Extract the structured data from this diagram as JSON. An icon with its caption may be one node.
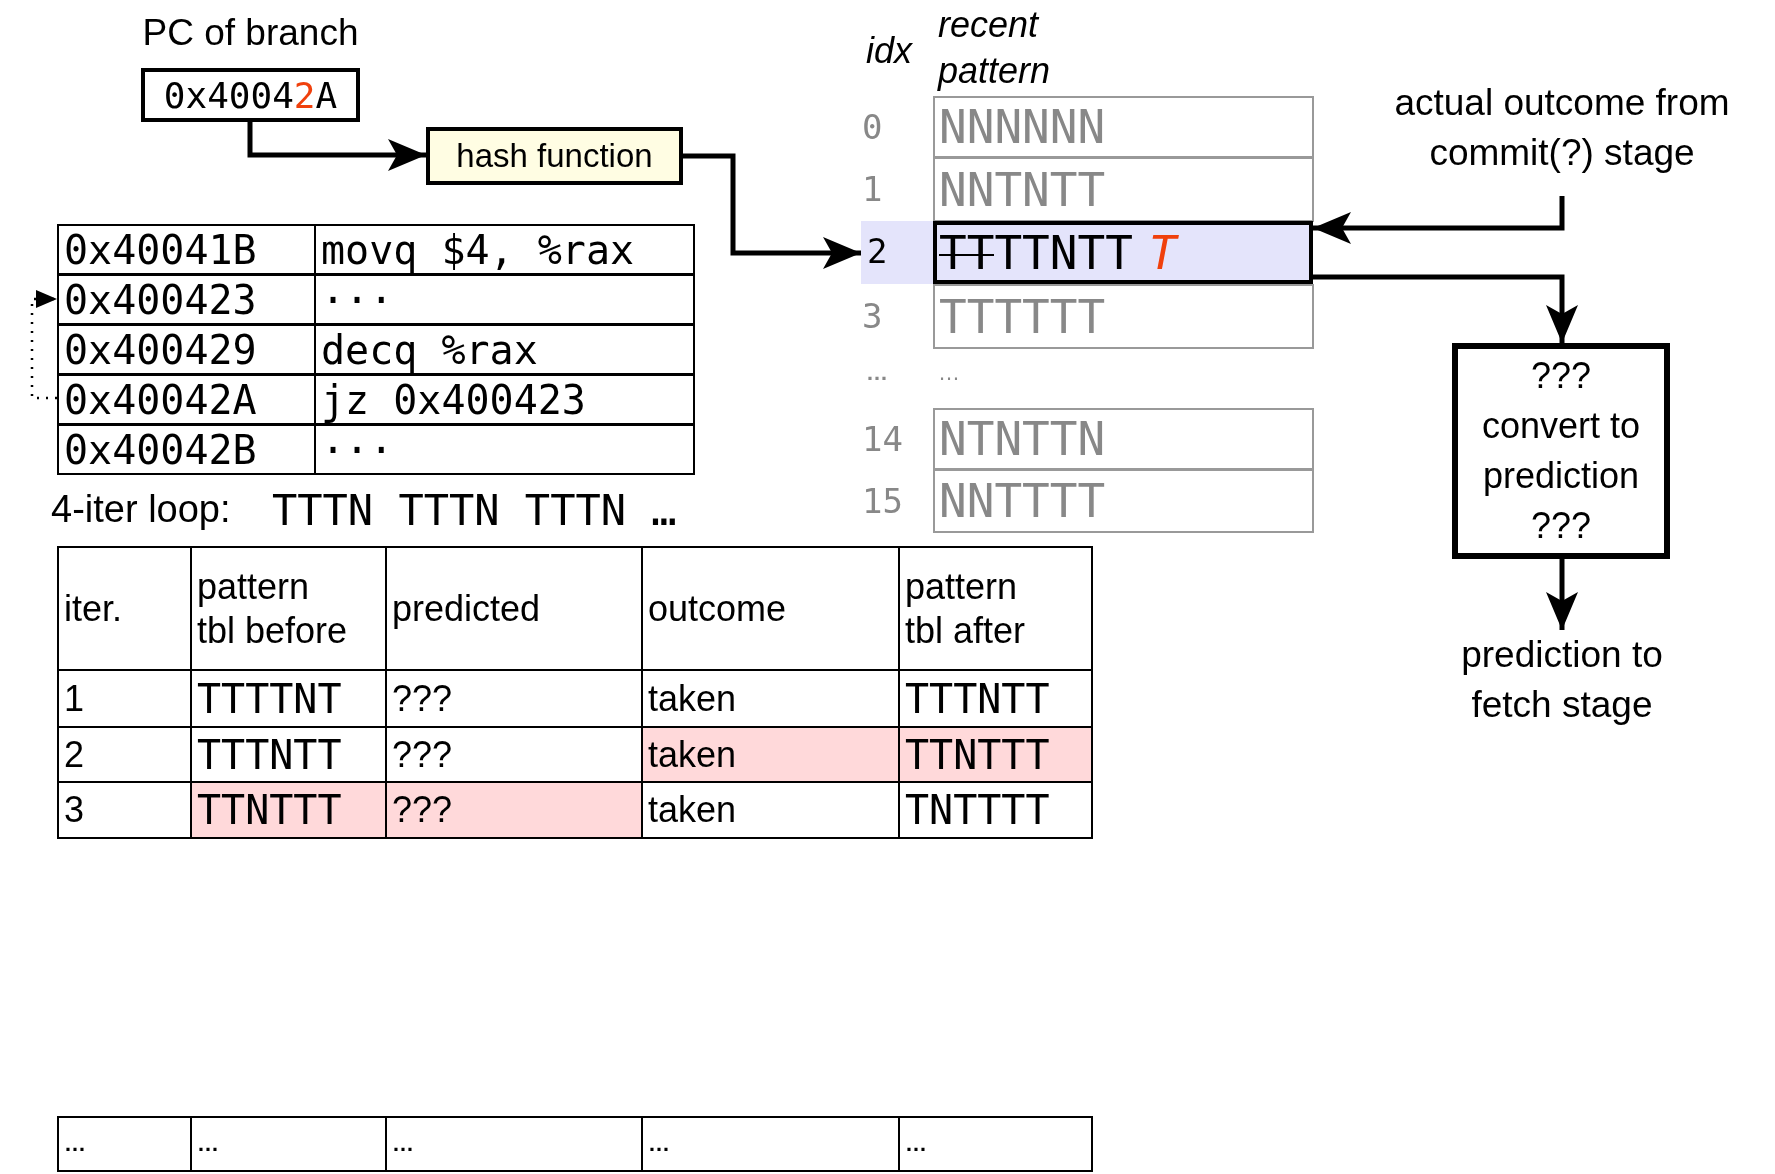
{
  "diagram": {
    "nodes": [
      {
        "text": [
          "PC of branch",
          "0x4004**2**A"
        ]
      },
      {
        "text": [
          "hash function"
        ]
      },
      {
        "text": [
          "actual outcome from commit(?) stage"
        ]
      },
      {
        "text": [
          "0x400423"
        ]
      },
      {
        "text": [
          "2",
          "TTTTNTT *T*"
        ]
      },
      {
        "text": [
          "0x40042A"
        ]
      },
      {
        "text": [
          "??? convert to prediction ???"
        ]
      },
      {
        "text": [
          "prediction to fetch stage"
        ]
      }
    ],
    "edges": [
      {
        "from": 0,
        "to": 1,
        "arrow": "to"
      },
      {
        "from": 1,
        "to": 4,
        "arrow": "to"
      },
      {
        "from": 2,
        "to": 4,
        "arrow": "to"
      },
      {
        "from": 4,
        "to": 6,
        "arrow": "to"
      },
      {
        "from": 6,
        "to": 7,
        "arrow": "to"
      },
      {
        "from": 5,
        "to": 3,
        "arrow": "to",
        "style": "dashed"
      }
    ],
    "labels": [
      "idx",
      "recent pattern",
      "0",
      "NNNNNN",
      "1",
      "NNTNTT",
      "3",
      "TTTTTT",
      "…",
      "…",
      "14",
      "NTNTTN",
      "15",
      "NNTTTT",
      "0x40041B",
      "movq $4, %rax",
      "···",
      "0x400429",
      "decq %rax",
      "jz 0x400423",
      "0x40042B",
      "···",
      "4-iter loop:",
      "TTTN TTTN TTTN …",
      "iter.",
      "pattern tbl before",
      "predicted",
      "outcome",
      "pattern tbl after",
      "1",
      "TTTTNT",
      "???",
      "taken",
      "TTTNTT",
      "2",
      "TTTNTT",
      "???",
      "taken",
      "TTNTTT",
      "3",
      "TTNTTT",
      "???",
      "taken",
      "TNTTTT",
      "…",
      "…",
      "…",
      "…",
      "…"
    ]
  }
}
